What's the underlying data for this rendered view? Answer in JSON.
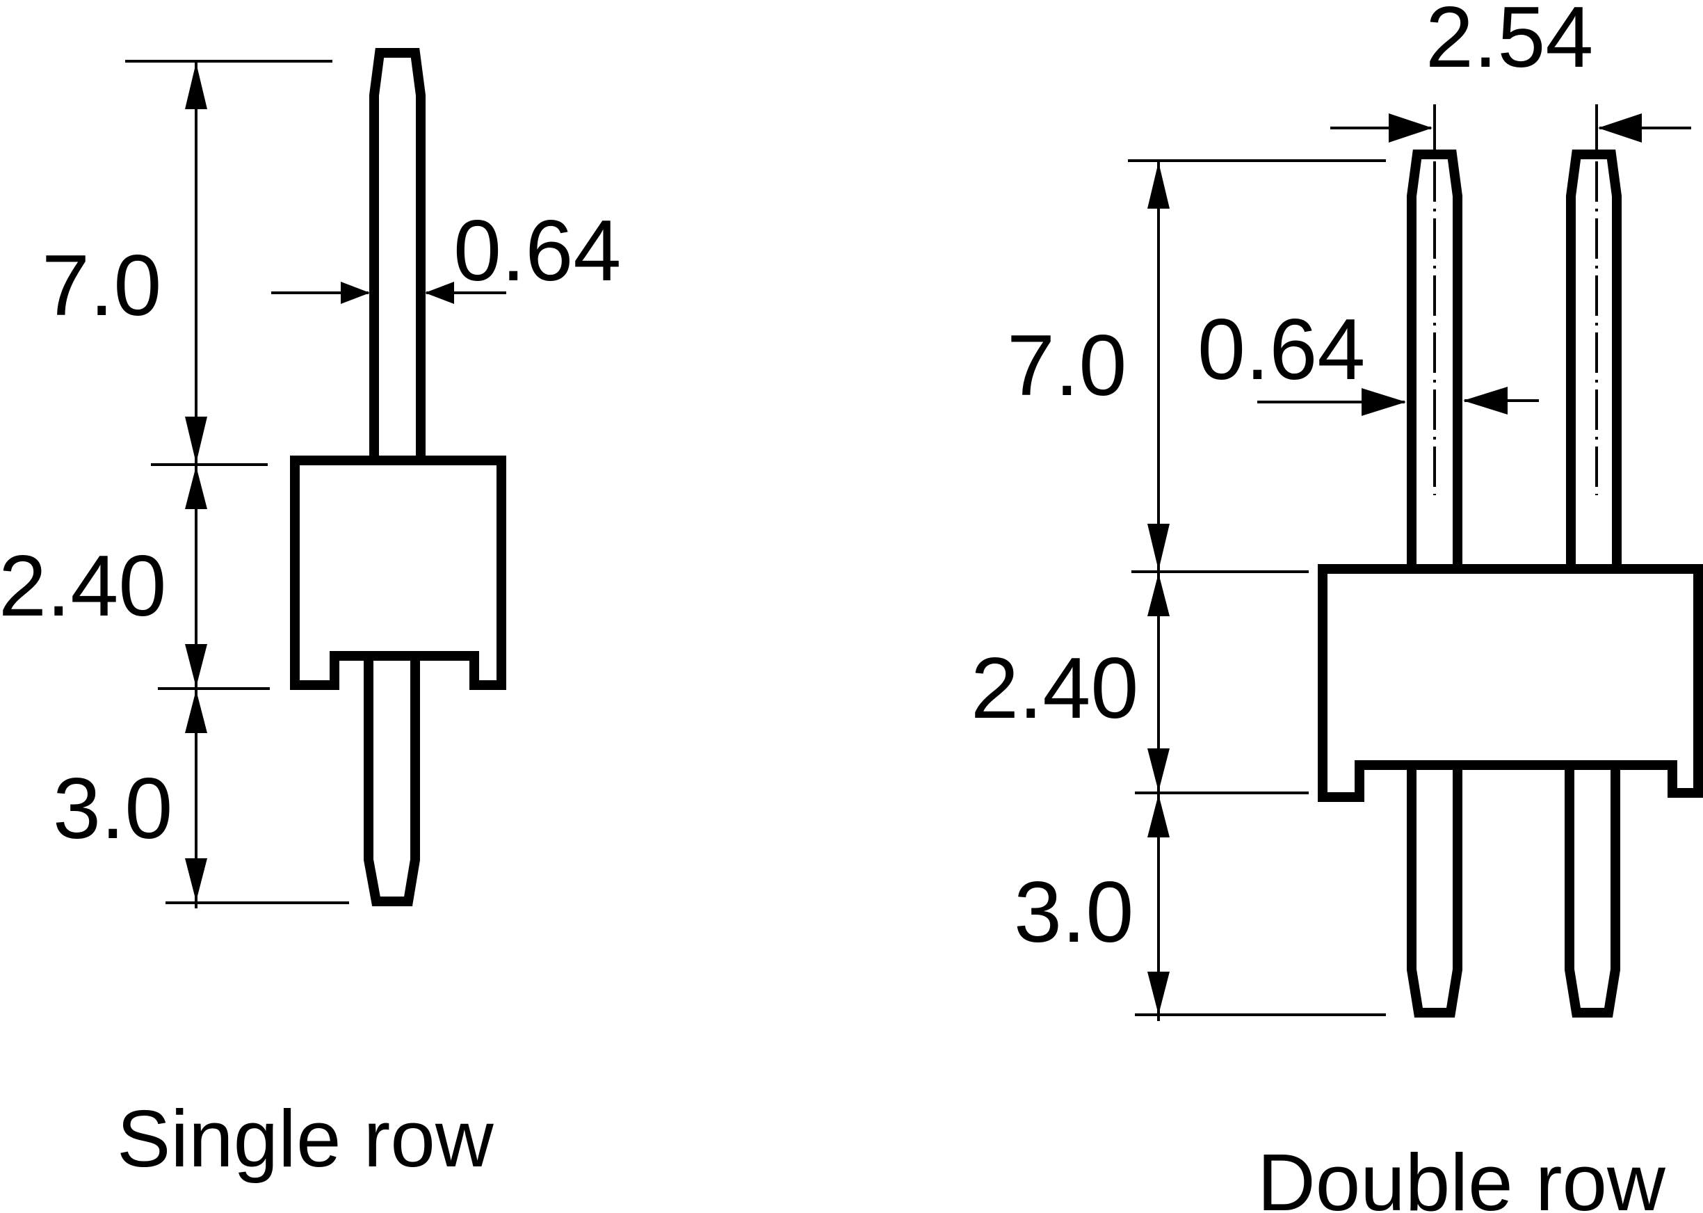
{
  "single_row": {
    "caption": "Single row",
    "dim_pin_upper": "7.0",
    "dim_pin_width": "0.64",
    "dim_body_height": "2.40",
    "dim_pin_lower": "3.0"
  },
  "double_row": {
    "caption": "Double row",
    "dim_pitch": "2.54",
    "dim_pin_upper": "7.0",
    "dim_pin_width": "0.64",
    "dim_body_height": "2.40",
    "dim_pin_lower": "3.0"
  }
}
